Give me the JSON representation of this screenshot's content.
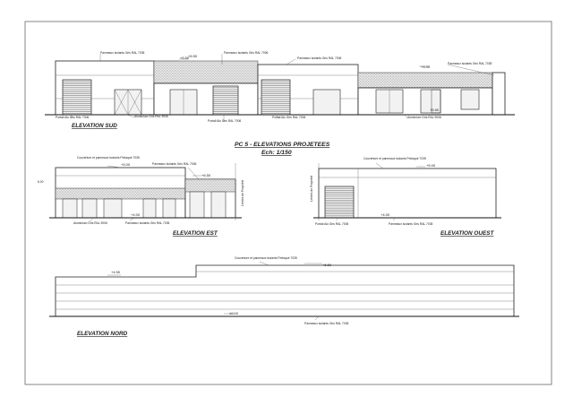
{
  "sheet": {
    "title": "PC 5 - ELEVATIONS PROJETEES",
    "scale": "Ech: 1/150"
  },
  "views": {
    "sud": {
      "title": "ELEVATION SUD",
      "levels": [
        "+5.50",
        "+6.50",
        "+5.00",
        "+5.50"
      ],
      "labels": [
        "Panneaux isolants Gris RAL 7035",
        "Panneaux isolants Gris RAL 7006",
        "Panneaux isolants Gris RAL 7006",
        "Panneaux isolants Gris RAL 7035",
        "Portail Alu Gris RAL 7006",
        "Aluminium Gris RAL 9006",
        "Portail Alu Gris RAL 7006",
        "Portail Alu Gris RAL 7006",
        "Aluminium Gris RAL 9006"
      ]
    },
    "est": {
      "title": "ELEVATION EST",
      "levels": [
        "+5.00",
        "+6.50",
        "+4.00"
      ],
      "side_marker": "6.00",
      "limit_label": "Limites de Propriété",
      "labels": [
        "Couverture et panneaux isolants Prelaqué 7035",
        "Panneaux isolants Gris RAL 7006",
        "Aluminium Gris RAL 9006",
        "Panneaux isolants Gris RAL 7035"
      ]
    },
    "ouest": {
      "title": "ELEVATION OUEST",
      "levels": [
        "+5.00",
        "+4.00"
      ],
      "limit_label": "Limites de Propriété",
      "labels": [
        "Couverture et panneaux isolants Prelaqué 7035",
        "Portail Alu Gris RAL 7006",
        "Panneaux isolants Gris RAL 7035"
      ]
    },
    "nord": {
      "title": "ELEVATION NORD",
      "levels": [
        "+4.50",
        "+5.50",
        "±0.00"
      ],
      "labels": [
        "Couverture et panneaux isolants Prelaqué 7035",
        "Panneaux isolants Gris RAL 7035"
      ]
    }
  }
}
